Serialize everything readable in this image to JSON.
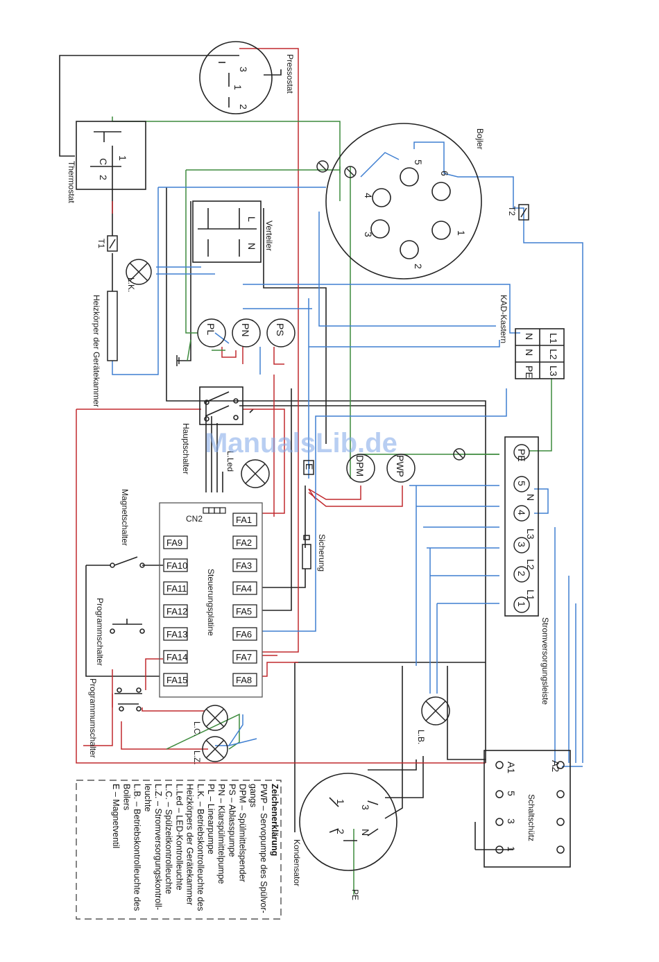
{
  "watermark": "ManualsLib.de",
  "labels": {
    "pressostat": "Pressostat",
    "thermostat": "Thermostat",
    "boiler": "Bojler",
    "verteiler": "Verteiler",
    "t1": "T1",
    "t2": "T2",
    "lk": "L.K.",
    "heizkoerper": "Heizkörper der Gerätekammer",
    "kad": "KAD-Kastern",
    "hauptschalter": "Hauptschalter",
    "lled": "L.Led",
    "e": "E",
    "dpm": "DPM",
    "pwp": "PWP",
    "pl": "PL",
    "pn": "PN",
    "ps": "PS",
    "cn2": "CN2",
    "steuerungsplatine": "Steuerungsplatine",
    "sicherung": "Sicherung",
    "magnetschalter": "Magnetschalter",
    "programmschalter": "Programmschalter",
    "programmumschalter": "Programmumschalter",
    "lc": "L.C.",
    "lz": "L.Z.",
    "lb": "L.B.",
    "stromversorgungsleiste": "Stromversorgungsleiste",
    "schaltschuetz": "Schaltschütz",
    "kondensator": "Kondensator",
    "pe": "PE",
    "a1": "A1",
    "a2": "A2"
  },
  "pressostat_terminals": [
    "3",
    "1",
    "2"
  ],
  "thermostat_terminals": [
    "C",
    "1",
    "2"
  ],
  "verteiler_terminals": [
    "L",
    "N"
  ],
  "boiler_terminals": [
    "1",
    "2",
    "3",
    "4",
    "5",
    "6"
  ],
  "kad_terminals": [
    "L1",
    "L2",
    "L3",
    "N",
    "N",
    "PE"
  ],
  "strip_terminals": [
    {
      "label": "PE",
      "name": "strip-terminal-pe"
    },
    {
      "label": "5",
      "name": "strip-terminal-5"
    },
    {
      "label": "4",
      "name": "strip-terminal-4"
    },
    {
      "label": "3",
      "name": "strip-terminal-3"
    },
    {
      "label": "2",
      "name": "strip-terminal-2"
    },
    {
      "label": "1",
      "name": "strip-terminal-1"
    }
  ],
  "strip_side_labels": [
    "N",
    "L3",
    "L2",
    "L1"
  ],
  "contactor_terminals": [
    "5",
    "3",
    "1"
  ],
  "condenser_terminals": [
    "1",
    "3",
    "2",
    "N"
  ],
  "fa_right": [
    "FA1",
    "FA2",
    "FA3",
    "FA4",
    "FA5",
    "FA6",
    "FA7",
    "FA8"
  ],
  "fa_left": [
    "FA9",
    "FA10",
    "FA11",
    "FA12",
    "FA13",
    "FA14",
    "FA15"
  ],
  "legend": {
    "title": "Zeichenerklärung",
    "lines": [
      "PWP – Servopumpe des Spülvor-",
      "gangs",
      "DPM – Spülmittelspender",
      "PS – Ablasspumpe",
      "PN – Klarspülmittelpumpe",
      "PL – Linearpumpe",
      "L.K. – Betriebskontrolleuchte des",
      "Heizkörpers der Gerätekammer",
      "L.Led – LED-Kontrolleuchte",
      "L.C. – Spülzeitkontrolleuchte",
      "L.Z. – Stromversorgungskontroll-",
      "leuchte",
      "L.B. – Betriebskontrolleuchte des",
      "Boilers",
      "E – Magnetventil"
    ]
  },
  "colors": {
    "red": "#c0282d",
    "green": "#3c8a3c",
    "blue": "#3f7fd1",
    "black": "#222222"
  }
}
